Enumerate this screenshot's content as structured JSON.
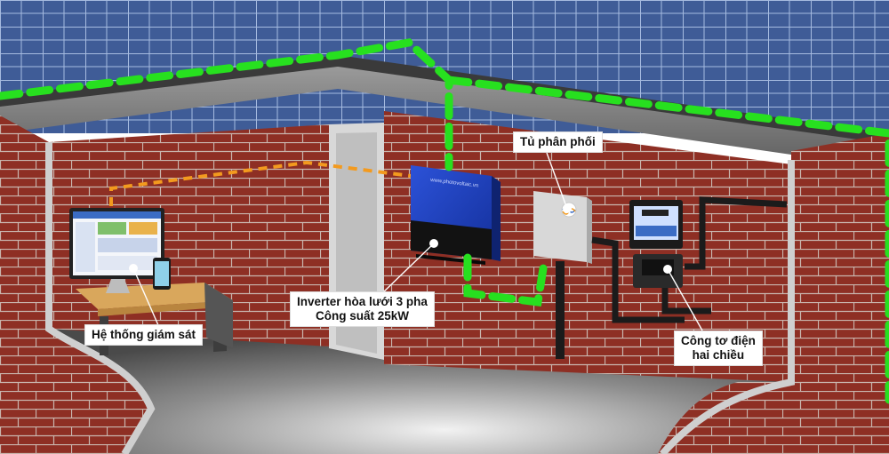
{
  "diagram": {
    "labels": {
      "monitoring": "Hệ thống giám sát",
      "inverter_line1": "Inverter hòa lưới 3 pha",
      "inverter_line2": "Công suất 25kW",
      "distribution": "Tủ phân phối",
      "meter_line1": "Công tơ điện",
      "meter_line2": "hai chiều",
      "inverter_brand": "www.photovoltaic.vn"
    },
    "colors": {
      "solar_link": "#27e01f",
      "data_link": "#f39a1e",
      "brick": "#8e2f24",
      "inverter_body": "#1f3fbf",
      "sky_panel": "#2f4f8f"
    },
    "icons": {
      "inverter": "inverter-icon",
      "distribution": "distribution-box-icon",
      "meter": "electric-meter-icon",
      "monitor": "monitor-icon",
      "phone": "phone-icon"
    }
  }
}
